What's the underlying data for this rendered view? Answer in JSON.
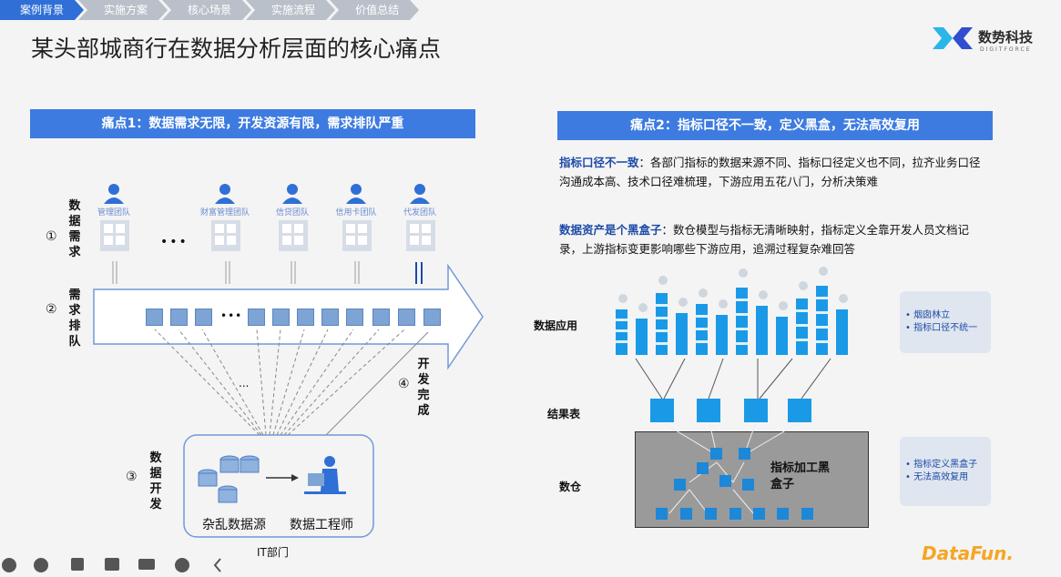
{
  "breadcrumb": [
    "案例背景",
    "实施方案",
    "核心场景",
    "实施流程",
    "价值总结"
  ],
  "title": "某头部城商行在数据分析层面的核心痛点",
  "logo": {
    "cn": "数势科技",
    "en": "DIGITFORCE"
  },
  "left": {
    "banner": "痛点1：数据需求无限，开发资源有限，需求排队严重",
    "teams": [
      "管理团队",
      "财富管理团队",
      "信贷团队",
      "信用卡团队",
      "代发团队"
    ],
    "ellipsis": "•••",
    "steps": {
      "s1_num": "①",
      "s1_label": "数据需求",
      "s2_num": "②",
      "s2_label": "需求排队",
      "s3_num": "③",
      "s3_label": "数据开发",
      "s4_num": "④",
      "s4_label": "开发完成"
    },
    "queue_dots": "•••",
    "fan_dots": "...",
    "sources_label": "杂乱数据源",
    "engineer_label": "数据工程师",
    "it_label": "IT部门"
  },
  "right": {
    "banner": "痛点2：指标口径不一致，定义黑盒，无法高效复用",
    "p1_bold": "指标口径不一致",
    "p1_text": "：各部门指标的数据来源不同、指标口径定义也不同，拉齐业务口径沟通成本高、技术口径难梳理，下游应用五花八门，分析决策难",
    "p2_bold": "数据资产是个黑盒子",
    "p2_text": "：数仓模型与指标无清晰映射，指标定义全靠开发人员文档记录，上游指标变更影响哪些下游应用，追溯过程复杂难回答",
    "label_app": "数据应用",
    "label_result": "结果表",
    "label_dw": "数仓",
    "note1": [
      "• 烟囱林立",
      "• 指标口径不统一"
    ],
    "note2": [
      "• 指标定义黑盒子",
      "• 无法高效复用"
    ],
    "blackbox_label": "指标加工黑盒子"
  },
  "footer": {
    "brand": "DataFun."
  },
  "colors": {
    "accent": "#3d7be0",
    "active_crumb": "#2f6fd6",
    "chimney": "#1a9ae6"
  }
}
